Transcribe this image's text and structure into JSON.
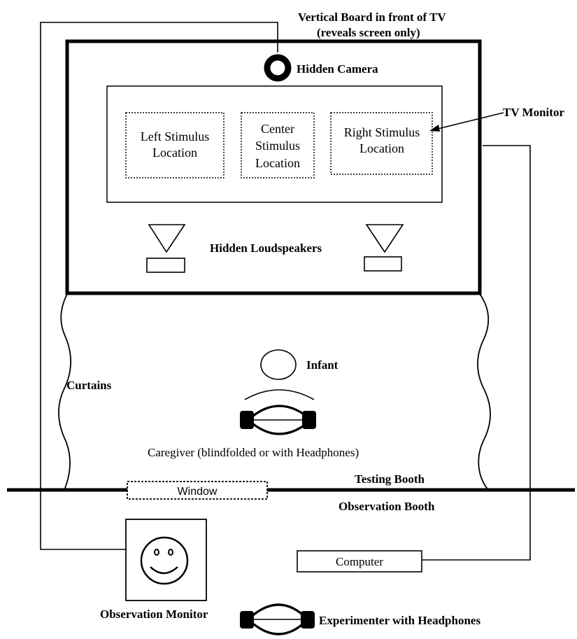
{
  "labels": {
    "board_line1": "Vertical Board in front of TV",
    "board_line2": "(reveals screen only)",
    "hidden_camera": "Hidden Camera",
    "tv_monitor": "TV Monitor",
    "left_stimulus_line1": "Left Stimulus",
    "left_stimulus_line2": "Location",
    "center_stimulus_line1": "Center",
    "center_stimulus_line2": "Stimulus",
    "center_stimulus_line3": "Location",
    "right_stimulus_line1": "Right Stimulus",
    "right_stimulus_line2": "Location",
    "hidden_loudspeakers": "Hidden Loudspeakers",
    "infant": "Infant",
    "curtains": "Curtains",
    "caregiver": "Caregiver (blindfolded or with Headphones)",
    "testing_booth": "Testing Booth",
    "window": "Window",
    "observation_booth": "Observation Booth",
    "computer": "Computer",
    "observation_monitor": "Observation Monitor",
    "experimenter": "Experimenter with Headphones"
  }
}
